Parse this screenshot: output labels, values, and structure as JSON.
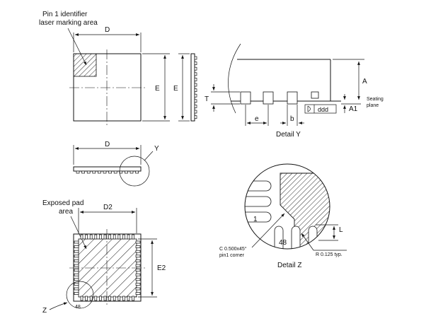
{
  "labels": {
    "pin1_title_line1": "Pin 1 identifier",
    "pin1_title_line2": "laser marking area",
    "top_d": "D",
    "top_e": "E",
    "side_e": "E",
    "bottom_view_d": "D",
    "y_callout": "Y",
    "exposed_pad_line1": "Exposed pad",
    "exposed_pad_line2": "area",
    "d2": "D2",
    "e2": "E2",
    "z_callout": "Z",
    "bottom_pin_48": "48",
    "detail_y_a": "A",
    "detail_y_t": "T",
    "detail_y_e": "e",
    "detail_y_b": "b",
    "detail_y_ddd": "ddd",
    "detail_y_a1": "A1",
    "seating_line1": "Seating",
    "seating_line2": "plane",
    "detail_y_title": "Detail Y",
    "detail_z_pin1": "1",
    "detail_z_pin48": "48",
    "detail_z_l": "L",
    "chamfer_line1": "C 0.500x45°",
    "chamfer_line2": "pin1 corner",
    "radius_note": "R 0.125 typ.",
    "detail_z_title": "Detail Z"
  }
}
